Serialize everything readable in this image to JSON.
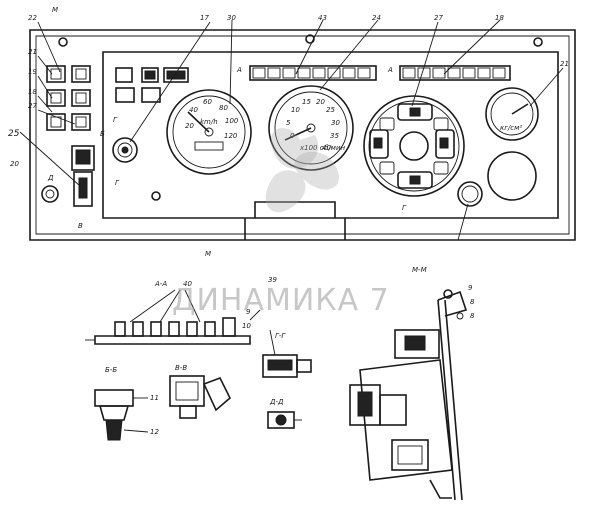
{
  "watermark": {
    "text": "ДИНАМИКА 7"
  },
  "callouts": [
    "22",
    "21",
    "19",
    "18",
    "17",
    "20",
    "25",
    "27",
    "30",
    "43",
    "24",
    "27",
    "18",
    "21",
    "40",
    "39",
    "9",
    "10",
    "11",
    "12",
    "9",
    "8",
    "8"
  ],
  "section_labels": {
    "m_top": "М",
    "m_bottom": "М",
    "mm": "М-М",
    "aa": "А-А",
    "bb": "Б-Б",
    "vv": "В-В",
    "gg": "Г-Г",
    "dd": "Д-Д",
    "g_left": "Г",
    "g_left2": "Г",
    "a_left": "А",
    "a_right": "А",
    "d_letter": "Д",
    "v_letter": "В",
    "b_letter": "Б",
    "gamma_mid": "Г"
  },
  "speedometer": {
    "ticks": [
      "20",
      "40",
      "60",
      "80",
      "100",
      "120"
    ],
    "unit": "km/h"
  },
  "tachometer": {
    "ticks": [
      "0",
      "5",
      "10",
      "15",
      "20",
      "25",
      "30",
      "35",
      "40"
    ],
    "unit": "x100 об/мин"
  },
  "small_gauge": {
    "unit": "кг/см²"
  }
}
